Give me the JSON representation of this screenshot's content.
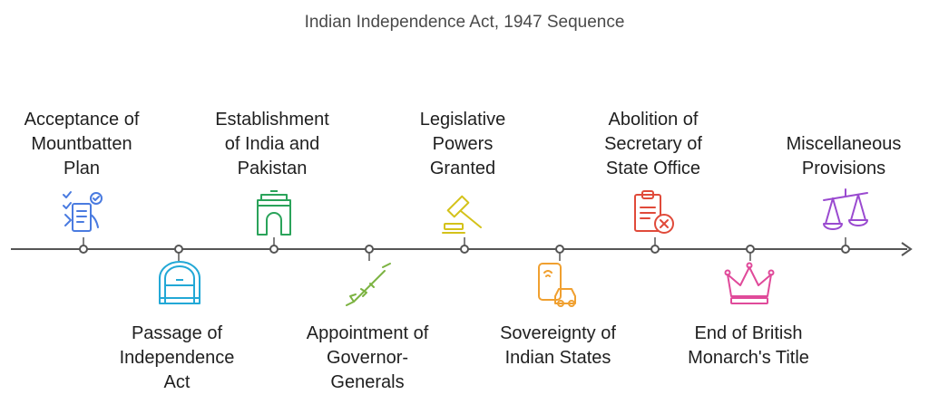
{
  "title": "Indian Independence Act, 1947 Sequence",
  "events": [
    {
      "label": "Acceptance of\nMountbatten\nPlan",
      "icon": "checklist-icon",
      "color": "#4a7be0"
    },
    {
      "label": "Passage of\nIndependence\nAct",
      "icon": "vault-icon",
      "color": "#22a8d6"
    },
    {
      "label": "Establishment\nof India and\nPakistan",
      "icon": "india-gate-icon",
      "color": "#2aa35a"
    },
    {
      "label": "Appointment of\nGovernor-\nGenerals",
      "icon": "rifle-icon",
      "color": "#7cb342"
    },
    {
      "label": "Legislative\nPowers\nGranted",
      "icon": "gavel-icon",
      "color": "#d4c21a"
    },
    {
      "label": "Sovereignty of\nIndian States",
      "icon": "phone-car-icon",
      "color": "#f0a030"
    },
    {
      "label": "Abolition of\nSecretary of\nState Office",
      "icon": "clipboard-cancel-icon",
      "color": "#e04a3a"
    },
    {
      "label": "End of British\nMonarch's Title",
      "icon": "crown-icon",
      "color": "#e04a9a"
    },
    {
      "label": "Miscellaneous\nProvisions",
      "icon": "scales-icon",
      "color": "#9a4ad0"
    }
  ]
}
